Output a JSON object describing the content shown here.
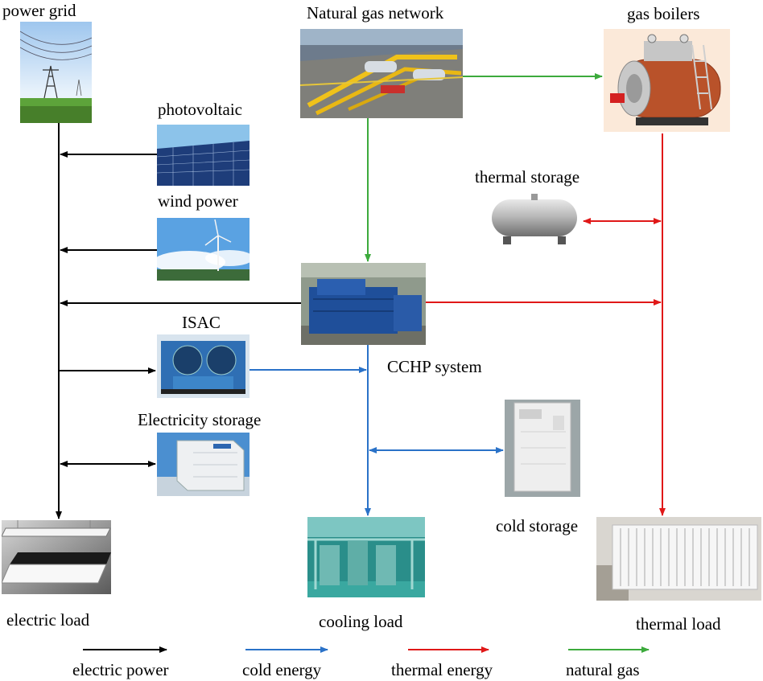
{
  "nodes": {
    "power_grid": "power grid",
    "natural_gas_network": "Natural gas network",
    "gas_boilers": "gas boilers",
    "photovoltaic": "photovoltaic",
    "thermal_storage": "thermal storage",
    "wind_power": "wind power",
    "isac": "ISAC",
    "cchp_system": "CCHP system",
    "electricity_storage": "Electricity storage",
    "cold_storage": "cold storage",
    "electric_load": "electric load",
    "cooling_load": "cooling load",
    "thermal_load": "thermal load"
  },
  "legend": [
    {
      "label": "electric power",
      "color": "#000000"
    },
    {
      "label": "cold energy",
      "color": "#2a72c8"
    },
    {
      "label": "thermal energy",
      "color": "#e01818"
    },
    {
      "label": "natural gas",
      "color": "#3caa3c"
    }
  ]
}
